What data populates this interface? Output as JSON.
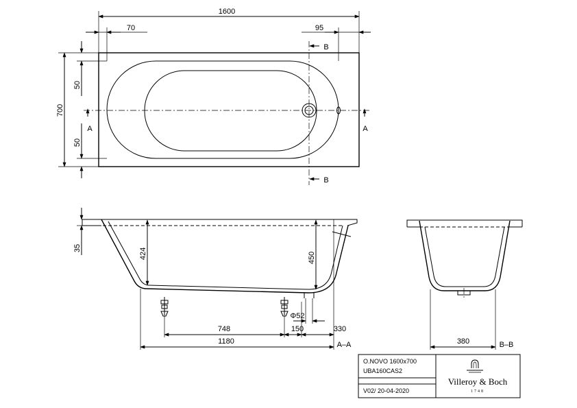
{
  "dimensions": {
    "length_total": "1600",
    "rim_left": "70",
    "rim_right": "95",
    "width_total": "700",
    "rim_top": "50",
    "rim_bottom": "50",
    "rim_height": "35",
    "depth_left": "424",
    "depth_right": "450",
    "foot_spacing": "748",
    "drain_offset": "150",
    "drain_diameter": "Φ52",
    "drain_end": "330",
    "foot_span": "1180",
    "section_bottom_width": "380"
  },
  "section_labels": {
    "section_a": "A",
    "section_b": "B",
    "view_aa": "A–A",
    "view_bb": "B–B"
  },
  "title_block": {
    "model_line": "O.NOVO  1600x700",
    "code_line": "UBA160CAS2",
    "revision_line": "V02/  20-04-2020",
    "brand": "Villeroy & Boch",
    "year": "1748"
  }
}
